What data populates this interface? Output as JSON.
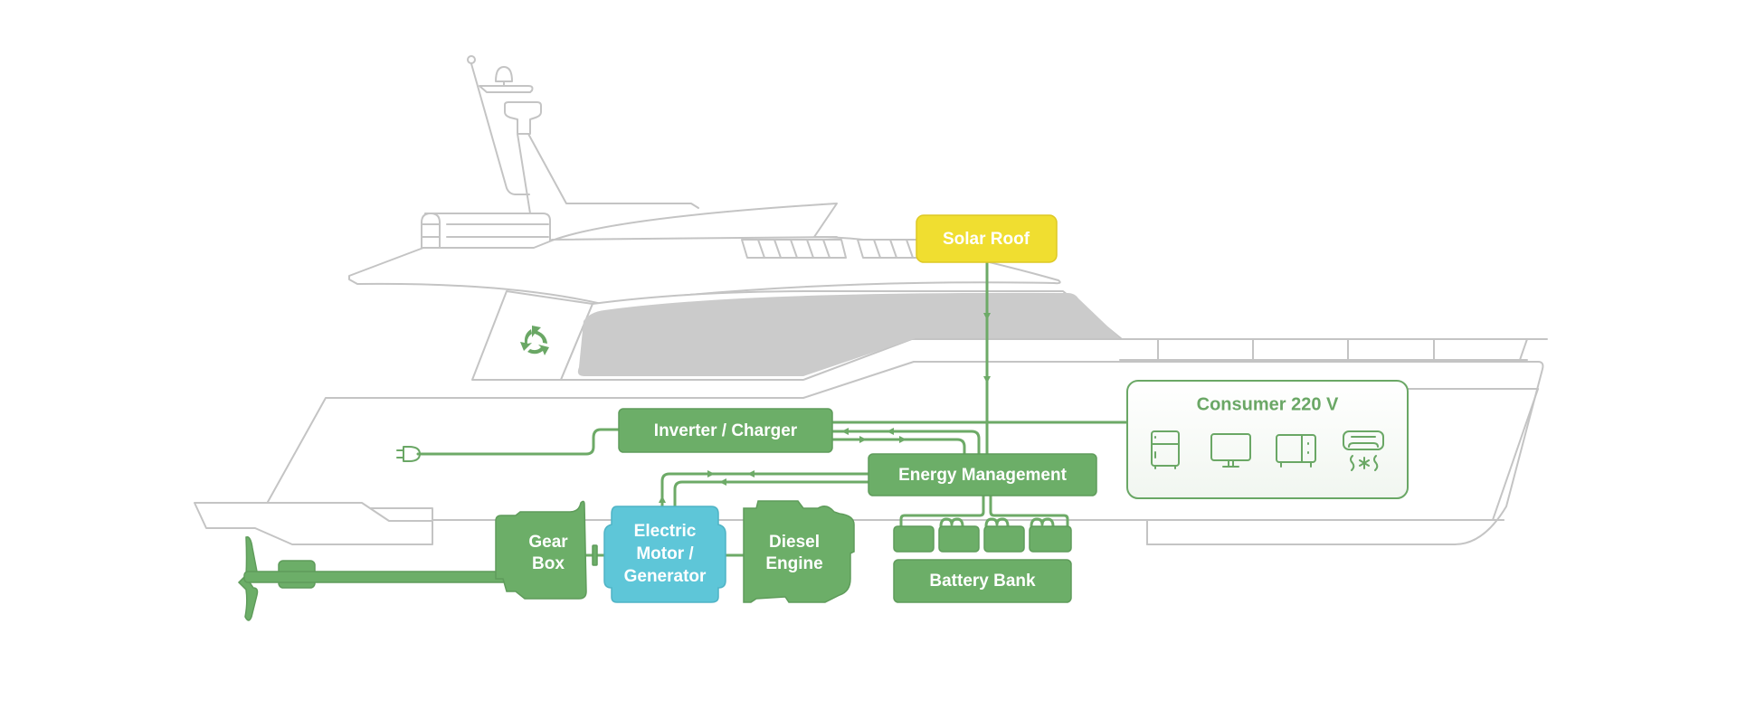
{
  "diagram": {
    "title": "Hybrid yacht energy system",
    "colors": {
      "component": "#6cae68",
      "motor": "#5ec6d8",
      "solar": "#f0de30",
      "wire": "#6daa67",
      "hull_outline": "#c4c4c4",
      "window": "#cbcbcb"
    },
    "nodes": {
      "solar_roof": "Solar Roof",
      "inverter_charger": "Inverter / Charger",
      "energy_management": "Energy Management",
      "battery_bank": "Battery Bank",
      "consumer": "Consumer 220 V",
      "gear_box": [
        "Gear",
        "Box"
      ],
      "electric_motor": [
        "Electric",
        "Motor /",
        "Generator"
      ],
      "diesel_engine": [
        "Diesel",
        "Engine"
      ]
    },
    "battery_cells": 4,
    "consumer_icons": [
      "fridge-icon",
      "monitor-icon",
      "microwave-icon",
      "air-conditioner-icon"
    ],
    "other_icons": [
      "shore-power-plug-icon",
      "recycle-icon",
      "propeller-icon"
    ]
  }
}
